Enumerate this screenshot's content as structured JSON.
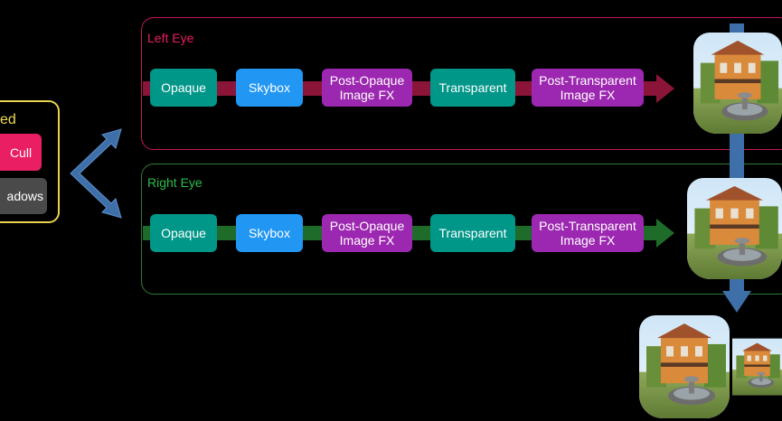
{
  "shared_stage": {
    "title": "ed",
    "cull_label": "Cull",
    "shadows_label": "adows"
  },
  "left_eye": {
    "title": "Left Eye",
    "stages": [
      "Opaque",
      "Skybox",
      "Post-Opaque\nImage FX",
      "Transparent",
      "Post-Transparent\nImage FX"
    ]
  },
  "right_eye": {
    "title": "Right Eye",
    "stages": [
      "Opaque",
      "Skybox",
      "Post-Opaque\nImage FX",
      "Transparent",
      "Post-Transparent\nImage FX"
    ]
  },
  "colors": {
    "left_accent": "#c2185b",
    "right_accent": "#2e7d32",
    "shared_accent": "#e8d44d",
    "connector_blue": "#3e6fa8"
  },
  "preview_images": [
    "left-eye-render",
    "right-eye-render",
    "combined-left-render",
    "combined-right-render"
  ]
}
